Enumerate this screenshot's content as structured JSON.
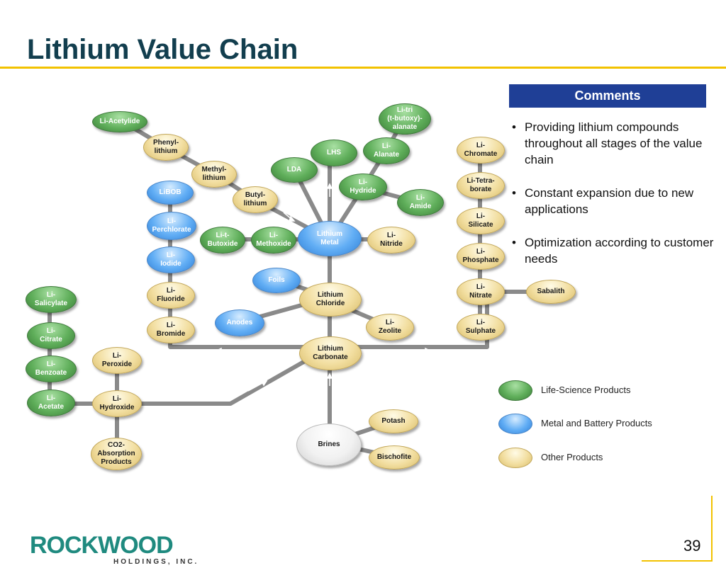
{
  "title": "Lithium Value Chain",
  "comments": {
    "header": "Comments",
    "bullets": [
      "Providing lithium compounds throughout all stages of the value chain",
      "Constant expansion due to new applications",
      "Optimization according to customer needs"
    ]
  },
  "legend": [
    {
      "label": "Life-Science Products",
      "color": "#5fae5a"
    },
    {
      "label": "Metal and Battery Products",
      "color": "#62aef5"
    },
    {
      "label": "Other Products",
      "color": "#f2dea0"
    }
  ],
  "nodes": {
    "li_acetylide": "Li-Acetylide",
    "phenyl_lithium": "Phenyl-\nlithium",
    "methyl_lithium": "Methyl-\nlithium",
    "butyl_lithium": "Butyl-\nlithium",
    "lda": "LDA",
    "lhs": "LHS",
    "li_tri_butoxy_alanate": "Li-tri\n(t-butoxy)-\nalanate",
    "li_alanate": "Li-\nAlanate",
    "li_hydride": "Li-\nHydride",
    "li_amide": "Li-\nAmide",
    "libob": "LiBOB",
    "li_perchlorate": "Li-\nPerchlorate",
    "li_t_butoxide": "Li-t-\nButoxide",
    "li_methoxide": "Li-\nMethoxide",
    "lithium_metal": "Lithium\nMetal",
    "li_nitride": "Li-\nNitride",
    "li_iodide": "Li-\nIodide",
    "foils": "Foils",
    "li_fluoride": "Li-\nFluoride",
    "lithium_chloride": "Lithium\nChloride",
    "anodes": "Anodes",
    "li_bromide": "Li-\nBromide",
    "li_zeolite": "Li-\nZeolite",
    "lithium_carbonate": "Lithium\nCarbonate",
    "li_chromate": "Li-\nChromate",
    "li_tetraborate": "Li-Tetra-\nborate",
    "li_silicate": "Li-\nSilicate",
    "li_phosphate": "Li-\nPhosphate",
    "li_nitrate": "Li-\nNitrate",
    "sabalith": "Sabalith",
    "li_sulphate": "Li-\nSulphate",
    "li_salicylate": "Li-\nSalicylate",
    "li_citrate": "Li-\nCitrate",
    "li_benzoate": "Li-\nBenzoate",
    "li_acetate": "Li-\nAcetate",
    "li_peroxide": "Li-\nPeroxide",
    "li_hydroxide": "Li-\nHydroxide",
    "co2_absorption_products": "CO2-\nAbsorption\nProducts",
    "brines": "Brines",
    "potash": "Potash",
    "bischofite": "Bischofite"
  },
  "logo": {
    "main": "ROCKWOOD",
    "sub": "HOLDINGS, INC."
  },
  "page_number": "39"
}
